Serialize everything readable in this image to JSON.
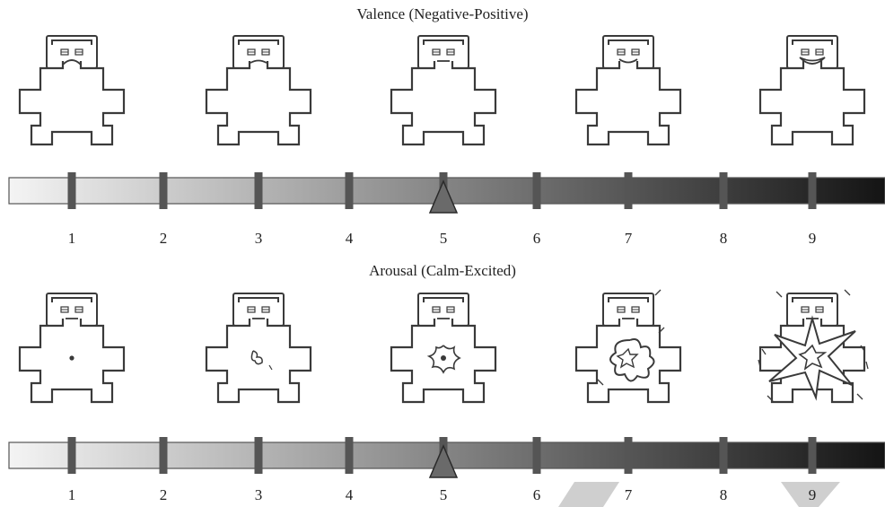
{
  "valence": {
    "title": "Valence (Negative-Positive)",
    "tick_labels": [
      "1",
      "2",
      "3",
      "4",
      "5",
      "6",
      "7",
      "8",
      "9"
    ],
    "marker_value": 5,
    "figures": [
      "very-sad",
      "sad",
      "neutral",
      "smiling",
      "happy"
    ]
  },
  "arousal": {
    "title": "Arousal (Calm-Excited)",
    "tick_labels": [
      "1",
      "2",
      "3",
      "4",
      "5",
      "6",
      "7",
      "8",
      "9"
    ],
    "marker_value": 5,
    "figures": [
      "calm",
      "slightly-excited",
      "moderately-excited",
      "excited",
      "very-excited"
    ]
  },
  "colors": {
    "outline": "#3a3a3a",
    "tick": "#555555",
    "bar_light": "#f4f4f4",
    "bar_dark": "#141414",
    "marker": "#6a6a6a",
    "artifact": "#cfcfcf"
  }
}
